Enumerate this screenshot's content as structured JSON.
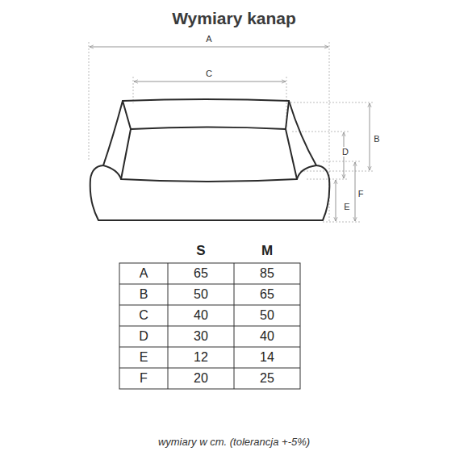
{
  "diagram": {
    "title": "Wymiary kanap",
    "caption": "wymiary w cm. (tolerancja +-5%)",
    "labels": [
      "A",
      "C",
      "B",
      "D",
      "F",
      "E",
      "S",
      "M",
      "A",
      "65",
      "85",
      "B",
      "50",
      "65",
      "C",
      "40",
      "50",
      "D",
      "30",
      "40",
      "E",
      "12",
      "14",
      "F",
      "20",
      "25"
    ]
  }
}
